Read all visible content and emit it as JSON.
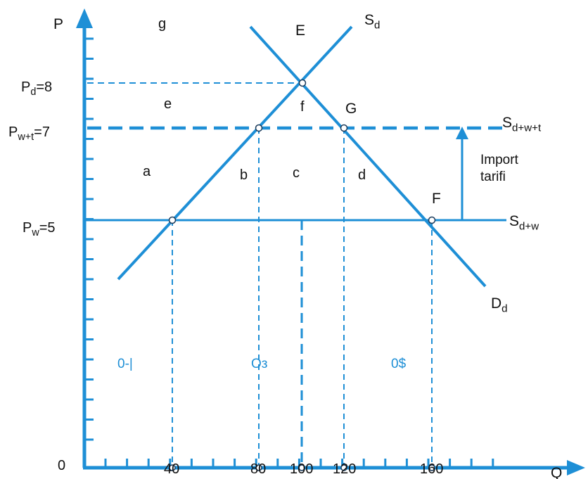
{
  "diagram": {
    "p_axis_label": "P",
    "q_axis_label": "Q",
    "origin_label": "0",
    "price_labels": {
      "pd": {
        "main": "P",
        "sub": "d",
        "value": "=8"
      },
      "pwt": {
        "main": "P",
        "sub": "w+t",
        "value": "=7"
      },
      "pw": {
        "main": "P",
        "sub": "w",
        "value": "=5"
      }
    },
    "quantity_ticks": [
      "40",
      "80",
      "100",
      "120",
      "160"
    ],
    "curve_labels": {
      "supply": {
        "main": "S",
        "sub": "d"
      },
      "demand": {
        "main": "D",
        "sub": "d"
      },
      "world_supply_tariff": {
        "main": "S",
        "sub": "d+w+t"
      },
      "world_supply": {
        "main": "S",
        "sub": "d+w"
      }
    },
    "point_labels": {
      "E": "E",
      "G": "G",
      "F": "F"
    },
    "area_labels": {
      "a": "a",
      "b": "b",
      "c": "c",
      "d": "d",
      "e": "e",
      "f": "f",
      "g": "g"
    },
    "annotation": {
      "line1": "Import",
      "line2": "tarifi"
    },
    "garbled_marks": [
      "0-|",
      "Oз",
      "0$"
    ],
    "colors": {
      "line": "#1e8fd6",
      "text": "#111111",
      "dash": "#1a7fc1"
    }
  }
}
